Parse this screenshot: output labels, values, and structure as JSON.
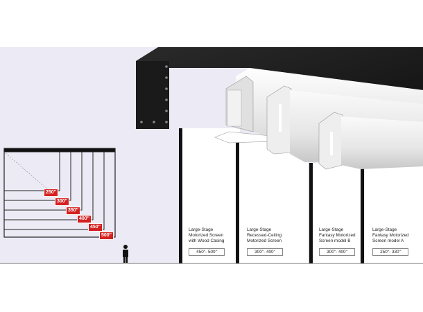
{
  "size_chart": {
    "sizes": [
      "250\"",
      "300\"",
      "350\"",
      "400\"",
      "450\"",
      "500\""
    ]
  },
  "products": [
    {
      "name_lines": [
        "Large-Stage",
        "Motorized Screen",
        "with Wood Casing"
      ],
      "range": "450\"- 500\""
    },
    {
      "name_lines": [
        "Large-Stage",
        "Recessed-Ceiling",
        "Motorized Screen"
      ],
      "range": "300\"- 400\""
    },
    {
      "name_lines": [
        "Large-Stage",
        "Fantasy Motorized",
        "Screen model B"
      ],
      "range": "300\"- 400\""
    },
    {
      "name_lines": [
        "Large-Stage",
        "Fantasy Motorized",
        "Screen model A"
      ],
      "range": "250\"- 330\""
    }
  ],
  "colors": {
    "background_panel": "#eceaf4",
    "size_tag": "#d42020",
    "wood_casing": "#1c1c1c",
    "casing_white": "#f4f4f4"
  }
}
